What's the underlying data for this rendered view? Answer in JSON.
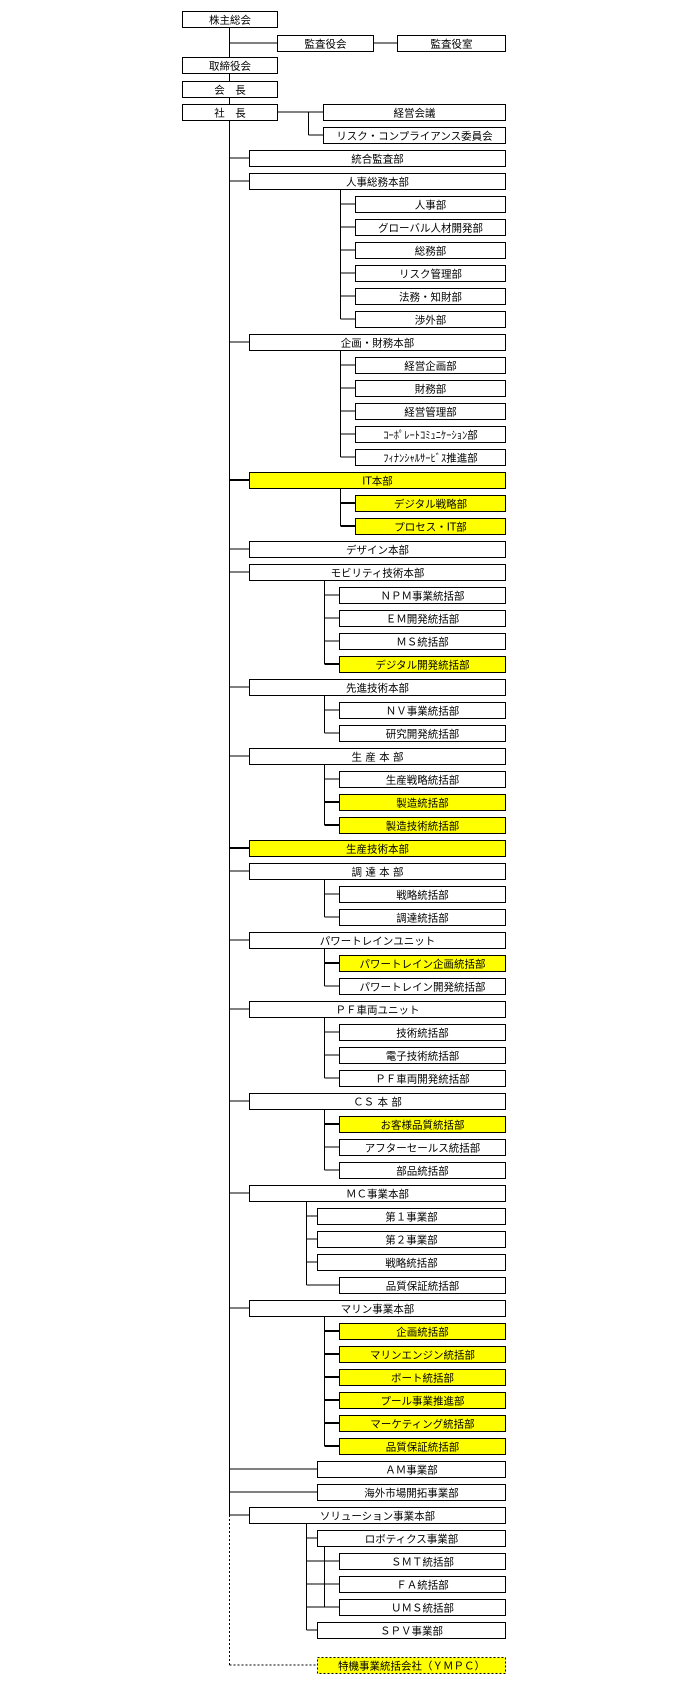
{
  "colors": {
    "highlight": "#ffff00",
    "box_fill": "#ffffff",
    "line": "#000000"
  },
  "nodes": [
    {
      "id": "n0",
      "label": "株主総会",
      "hl": false
    },
    {
      "id": "n1",
      "label": "監査役会",
      "hl": false
    },
    {
      "id": "n2",
      "label": "監査役室",
      "hl": false
    },
    {
      "id": "n3",
      "label": "取締役会",
      "hl": false
    },
    {
      "id": "n4",
      "label": "会　長",
      "hl": false
    },
    {
      "id": "n5",
      "label": "社　長",
      "hl": false
    },
    {
      "id": "n6",
      "label": "経営会議",
      "hl": false
    },
    {
      "id": "n7",
      "label": "リスク・コンプライアンス委員会",
      "hl": false
    },
    {
      "id": "n8",
      "label": "統合監査部",
      "hl": false
    },
    {
      "id": "n9",
      "label": "人事総務本部",
      "hl": false
    },
    {
      "id": "n10",
      "label": "人事部",
      "hl": false
    },
    {
      "id": "n11",
      "label": "グローバル人材開発部",
      "hl": false
    },
    {
      "id": "n12",
      "label": "総務部",
      "hl": false
    },
    {
      "id": "n13",
      "label": "リスク管理部",
      "hl": false
    },
    {
      "id": "n14",
      "label": "法務・知財部",
      "hl": false
    },
    {
      "id": "n15",
      "label": "渉外部",
      "hl": false
    },
    {
      "id": "n16",
      "label": "企画・財務本部",
      "hl": false
    },
    {
      "id": "n17",
      "label": "経営企画部",
      "hl": false
    },
    {
      "id": "n18",
      "label": "財務部",
      "hl": false
    },
    {
      "id": "n19",
      "label": "経営管理部",
      "hl": false
    },
    {
      "id": "n20",
      "label": "ｺｰﾎﾟﾚｰﾄｺﾐｭﾆｹｰｼｮﾝ部",
      "hl": false
    },
    {
      "id": "n21",
      "label": "ﾌｨﾅﾝｼｬﾙｻｰﾋﾞｽ推進部",
      "hl": false
    },
    {
      "id": "n22",
      "label": "IT本部",
      "hl": true
    },
    {
      "id": "n23",
      "label": "デジタル戦略部",
      "hl": true
    },
    {
      "id": "n24",
      "label": "プロセス・IT部",
      "hl": true
    },
    {
      "id": "n25",
      "label": "デザイン本部",
      "hl": false
    },
    {
      "id": "n26",
      "label": "モビリティ技術本部",
      "hl": false
    },
    {
      "id": "n27",
      "label": "ＮＰＭ事業統括部",
      "hl": false
    },
    {
      "id": "n28",
      "label": "ＥＭ開発統括部",
      "hl": false
    },
    {
      "id": "n29",
      "label": "ＭＳ統括部",
      "hl": false
    },
    {
      "id": "n30",
      "label": "デジタル開発統括部",
      "hl": true
    },
    {
      "id": "n31",
      "label": "先進技術本部",
      "hl": false
    },
    {
      "id": "n32",
      "label": "ＮＶ事業統括部",
      "hl": false
    },
    {
      "id": "n33",
      "label": "研究開発統括部",
      "hl": false
    },
    {
      "id": "n34",
      "label": "生 産 本 部",
      "hl": false
    },
    {
      "id": "n35",
      "label": "生産戦略統括部",
      "hl": false
    },
    {
      "id": "n36",
      "label": "製造統括部",
      "hl": true
    },
    {
      "id": "n37",
      "label": "製造技術統括部",
      "hl": true
    },
    {
      "id": "n38",
      "label": "生産技術本部",
      "hl": true
    },
    {
      "id": "n39",
      "label": "調 達 本 部",
      "hl": false
    },
    {
      "id": "n40",
      "label": "戦略統括部",
      "hl": false
    },
    {
      "id": "n41",
      "label": "調達統括部",
      "hl": false
    },
    {
      "id": "n42",
      "label": "パワートレインユニット",
      "hl": false
    },
    {
      "id": "n43",
      "label": "パワートレイン企画統括部",
      "hl": true
    },
    {
      "id": "n44",
      "label": "パワートレイン開発統括部",
      "hl": false
    },
    {
      "id": "n45",
      "label": "ＰＦ車両ユニット",
      "hl": false
    },
    {
      "id": "n46",
      "label": "技術統括部",
      "hl": false
    },
    {
      "id": "n47",
      "label": "電子技術統括部",
      "hl": false
    },
    {
      "id": "n48",
      "label": "ＰＦ車両開発統括部",
      "hl": false
    },
    {
      "id": "n49",
      "label": "ＣＳ 本 部",
      "hl": false
    },
    {
      "id": "n50",
      "label": "お客様品質統括部",
      "hl": true
    },
    {
      "id": "n51",
      "label": "アフターセールス統括部",
      "hl": false
    },
    {
      "id": "n52",
      "label": "部品統括部",
      "hl": false
    },
    {
      "id": "n53",
      "label": "ＭＣ事業本部",
      "hl": false
    },
    {
      "id": "n54",
      "label": "第１事業部",
      "hl": false
    },
    {
      "id": "n55",
      "label": "第２事業部",
      "hl": false
    },
    {
      "id": "n56",
      "label": "戦略統括部",
      "hl": false
    },
    {
      "id": "n57",
      "label": "品質保証統括部",
      "hl": false
    },
    {
      "id": "n58",
      "label": "マリン事業本部",
      "hl": false
    },
    {
      "id": "n59",
      "label": "企画統括部",
      "hl": true
    },
    {
      "id": "n60",
      "label": "マリンエンジン統括部",
      "hl": true
    },
    {
      "id": "n61",
      "label": "ボート統括部",
      "hl": true
    },
    {
      "id": "n62",
      "label": "プール事業推進部",
      "hl": true
    },
    {
      "id": "n63",
      "label": "マーケティング統括部",
      "hl": true
    },
    {
      "id": "n64",
      "label": "品質保証統括部",
      "hl": true
    },
    {
      "id": "n65",
      "label": "ＡＭ事業部",
      "hl": false
    },
    {
      "id": "n66",
      "label": "海外市場開拓事業部",
      "hl": false
    },
    {
      "id": "n67",
      "label": "ソリューション事業本部",
      "hl": false
    },
    {
      "id": "n68",
      "label": "ロボティクス事業部",
      "hl": false
    },
    {
      "id": "n69",
      "label": "ＳＭＴ統括部",
      "hl": false
    },
    {
      "id": "n70",
      "label": "ＦＡ統括部",
      "hl": false
    },
    {
      "id": "n71",
      "label": "ＵＭＳ統括部",
      "hl": false
    },
    {
      "id": "n72",
      "label": "ＳＰＶ事業部",
      "hl": false
    },
    {
      "id": "n73",
      "label": "特機事業統括会社（ＹＭＰＣ）",
      "hl": true
    }
  ]
}
